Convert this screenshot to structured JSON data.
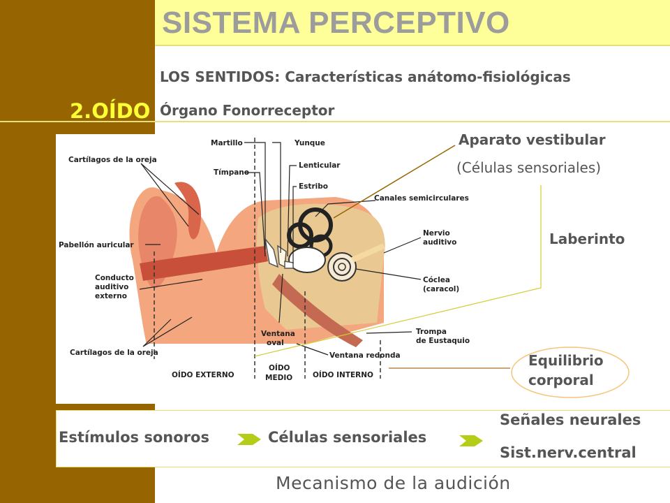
{
  "slide": {
    "title": "SISTEMA PERCEPTIVO",
    "subtitle": "LOS SENTIDOS:  Características anátomo-fisiológicas",
    "section": "2.OÍDO",
    "organ": "Órgano Fonorreceptor",
    "footer": "Mecanismo de la audición"
  },
  "colors": {
    "sidebar": "#966400",
    "title_bar": "#ffff99",
    "title_text": "#9c9c9c",
    "section_text": "#ffff33",
    "accent_line": "#e6e07a",
    "arrow": "#b5cc18",
    "oval": "#f7c47a"
  },
  "diagram": {
    "labels": {
      "martillo": "Martillo",
      "yunque": "Yunque",
      "timpano": "Tímpano",
      "lenticular": "Lenticular",
      "estribo": "Estribo",
      "cartilagos_top": "Cartílagos de la oreja",
      "canales": "Canales semicirculares",
      "nervio_1": "Nervio",
      "nervio_2": "auditivo",
      "pabellon": "Pabellón auricular",
      "conducto_1": "Conducto",
      "conducto_2": "auditivo",
      "conducto_3": "externo",
      "coclea_1": "Cóclea",
      "coclea_2": "(caracol)",
      "trompa_1": "Trompa",
      "trompa_2": "de Eustaquio",
      "ventana_oval_1": "Ventana",
      "ventana_oval_2": "oval",
      "ventana_redonda": "Ventana redonda",
      "cartilagos_bottom": "Cartílagos de la oreja",
      "oido_externo": "OÍDO EXTERNO",
      "oido_medio_1": "OÍDO",
      "oido_medio_2": "MEDIO",
      "oido_interno": "OÍDO INTERNO"
    }
  },
  "annotations": {
    "aparato": "Aparato vestibular",
    "celulas": "(Células sensoriales)",
    "laberinto": "Laberinto",
    "equilibrio_1": "Equilibrio",
    "equilibrio_2": "corporal"
  },
  "flow": {
    "step1": "Estímulos sonoros",
    "step2": "Células sensoriales",
    "step3_1": "Señales neurales",
    "step3_2": "Sist.nerv.central"
  }
}
